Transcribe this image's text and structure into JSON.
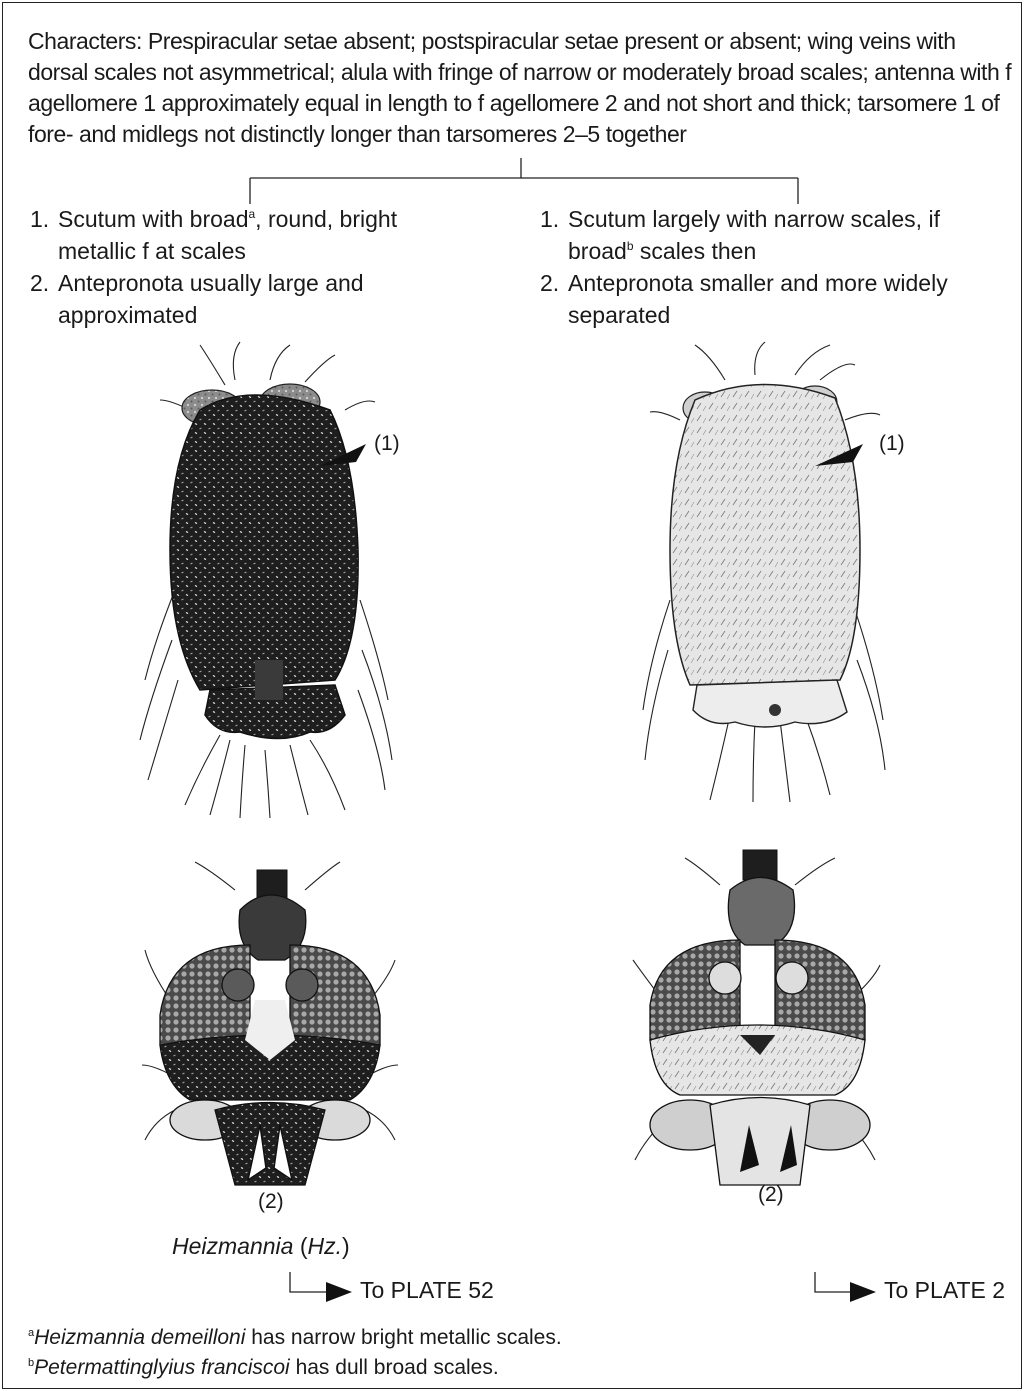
{
  "characters": "Characters: Prespiracular setae absent; postspiracular setae present or absent; wing veins with dorsal scales not asymmetrical; alula with fringe of narrow or moderately broad scales; antenna with f agellomere 1 approximately equal in length to f agellomere 2 and not short and thick; tarsomere 1 of fore- and midlegs not distinctly longer than tarsomeres 2–5 together",
  "left": {
    "item1_num": "1.",
    "item1_a": "Scutum with broad",
    "item1_sup": "a",
    "item1_b": ", round, bright metallic f at scales",
    "item2_num": "2.",
    "item2": "Antepronota usually large and approximated",
    "label_1": "(1)",
    "label_2": "(2)",
    "genus_name": "Heizmannia",
    "genus_abbr_open": " (",
    "genus_abbr": "Hz.",
    "genus_abbr_close": ")",
    "plate": "To PLATE 52"
  },
  "right": {
    "item1_num": "1.",
    "item1_a": "Scutum largely with narrow scales, if broad",
    "item1_sup": "b",
    "item1_b": " scales then",
    "item2_num": "2.",
    "item2": "Antepronota smaller and more widely separated",
    "label_1": "(1)",
    "label_2": "(2)",
    "plate": "To PLATE 2"
  },
  "footnotes": [
    {
      "mark": "a",
      "species": "Heizmannia demeilloni",
      "text": " has narrow bright metallic scales."
    },
    {
      "mark": "b",
      "species": "Petermattinglyius franciscoi",
      "text": " has dull broad scales."
    }
  ],
  "colors": {
    "dark_scales": "#1e1e1e",
    "pale_scales": "#e6e6e6",
    "ink": "#1a1a1a"
  }
}
